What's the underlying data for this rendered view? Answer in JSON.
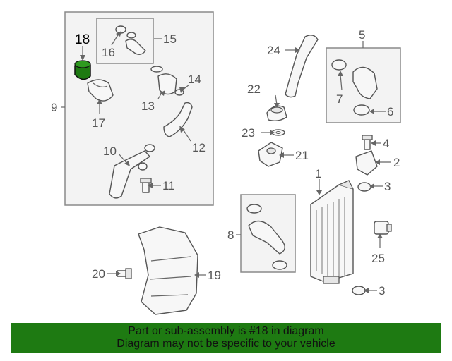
{
  "labels": {
    "l1": "1",
    "l2": "2",
    "l3a": "3",
    "l3b": "3",
    "l4": "4",
    "l5": "5",
    "l6": "6",
    "l7": "7",
    "l8": "8",
    "l9": "9",
    "l10": "10",
    "l11": "11",
    "l12": "12",
    "l13": "13",
    "l14": "14",
    "l15": "15",
    "l16": "16",
    "l17": "17",
    "l18": "18",
    "l19": "19",
    "l20": "20",
    "l21": "21",
    "l22": "22",
    "l23": "23",
    "l24": "24",
    "l25": "25"
  },
  "highlight_part": "18",
  "colors": {
    "highlight": "#1e7a12",
    "banner": "#1e7a12"
  },
  "banner": {
    "line1": "Part or sub-assembly is #18 in diagram",
    "line2": "Diagram may not be specific to your vehicle"
  }
}
